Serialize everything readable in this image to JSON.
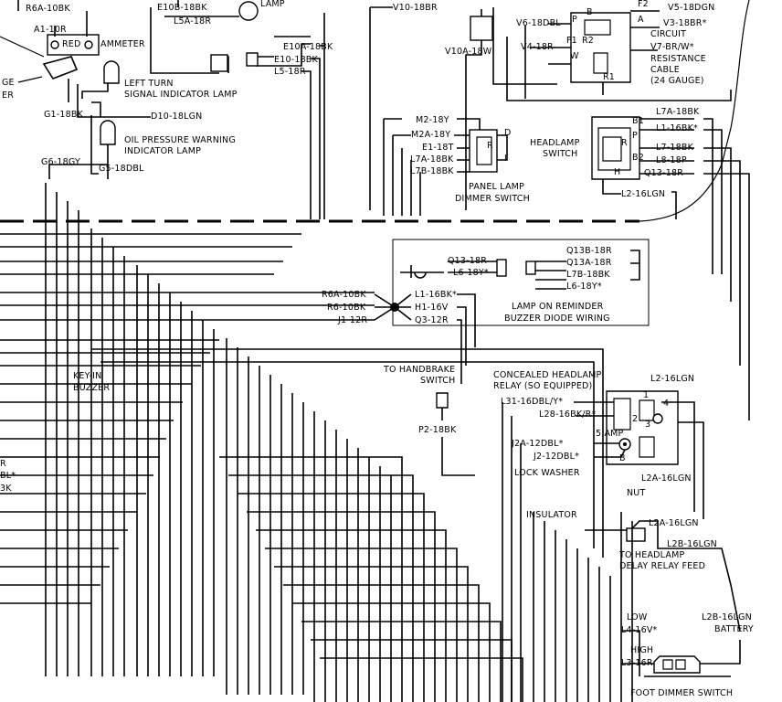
{
  "labels": {
    "r6a_10bk": "R6A-10BK",
    "a1_10r": "A1-10R",
    "red": "RED",
    "ammeter": "AMMETER",
    "gauge_frag": "GE",
    "er_frag": "ER",
    "e10b_18bk": "E10B-18BK",
    "lamp_top": "LAMP",
    "l5a_18r": "L5A-18R",
    "e10a_18bk": "E10A-18BK",
    "e10_18bk": "E10-18BK",
    "l5_18r": "L5-18R",
    "left_turn_1": "LEFT TURN",
    "left_turn_2": "SIGNAL INDICATOR LAMP",
    "g1_18bk": "G1-18BK",
    "d10_18lgn": "D10-18LGN",
    "oil_1": "OIL PRESSURE WARNING",
    "oil_2": "INDICATOR LAMP",
    "g6_18gy": "G6-18GY",
    "g5_18dbl": "G5-18DBL",
    "v10_18br": "V10-18BR",
    "v10a_18w": "V10A-18W",
    "v6_18dbl": "V6-18DBL",
    "v4_18r": "V4-18R",
    "v5_18dgn": "V5-18DGN",
    "v3_18br": "V3-18BR*",
    "circuit": "CIRCUIT",
    "v7": "V7-BR/W*",
    "resistance": "RESISTANCE",
    "cable": "CABLE",
    "gauge24": "(24 GAUGE)",
    "sw_b": "B",
    "sw_f2": "F2",
    "sw_p": "P",
    "sw_a": "A",
    "sw_f1": "F1",
    "sw_r2": "R2",
    "sw_w": "W",
    "sw_r1": "R1",
    "m2_18y": "M2-18Y",
    "m2a_18y": "M2A-18Y",
    "e1_18t": "E1-18T",
    "l7a_18bk_p": "L7A-18BK",
    "l7b_18bk_p": "L7B-18BK",
    "pd_d": "D",
    "pd_r": "R",
    "pd_i": "I",
    "panel_1": "PANEL LAMP",
    "panel_2": "DIMMER SWITCH",
    "l7a_18bk_h": "L7A-18BK",
    "l1_16bk_h": "L1-16BK*",
    "l7_18bk": "L7-18BK",
    "l8_18p": "L8-18P",
    "q13_18r_h": "Q13-18R",
    "l2_16lgn_h": "L2-16LGN",
    "headlamp_1": "HEADLAMP",
    "headlamp_2": "SWITCH",
    "hs_b1": "B1",
    "hs_p": "P",
    "hs_r": "R",
    "hs_b2": "B2",
    "hs_h": "H",
    "q13_18r_b": "Q13-18R",
    "l6_18y": "L6-18Y*",
    "q13b_18r": "Q13B-18R",
    "q13a_18r": "Q13A-18R",
    "l7b_18bk_b": "L7B-18BK",
    "l6_18y_b": "L6-18Y*",
    "lamp_on_1": "LAMP ON REMINDER",
    "lamp_on_2": "BUZZER DIODE WIRING",
    "r6a_10bk_s": "R6A-10BK",
    "r6_10bk": "R6-10BK",
    "j1_12r": "J1-12R",
    "l1_16bk_s": "L1-16BK*",
    "h1_16v": "H1-16V",
    "q3_12r": "Q3-12R",
    "key_in_1": "KEY-IN",
    "key_in_2": "BUZZER",
    "handbrake_1": "TO HANDBRAKE",
    "handbrake_2": "SWITCH",
    "p2_18bk": "P2-18BK",
    "concealed_1": "CONCEALED HEADLAMP",
    "concealed_2": "RELAY (SO EQUIPPED)",
    "l2_16lgn_r": "L2-16LGN",
    "l31": "L31-16DBL/Y*",
    "l28": "L28-16BK/R*",
    "r_1": "1",
    "r_2": "2",
    "r_3": "3",
    "r_4": "4",
    "amp5": "5 AMP",
    "r_b": "B",
    "j2a": "J2A-12DBL*",
    "j2": "J2-12DBL*",
    "lock_washer": "LOCK WASHER",
    "nut": "NUT",
    "l2a_16lgn": "L2A-16LGN",
    "insulator": "INSULATOR",
    "l2a_16lgn_2": "L2A-16LGN",
    "l2b_16lgn": "L2B-16LGN",
    "to_headlamp_1": "TO HEADLAMP",
    "to_headlamp_2": "DELAY RELAY FEED",
    "left_frag_1": "R",
    "left_frag_2": "BL*",
    "left_frag_3": "3K",
    "low": "LOW",
    "l4_16v": "L4-16V*",
    "high": "HIGH",
    "l3_16r": "L3-16R",
    "l2b_16lgn_2": "L2B-16LGN",
    "battery": "BATTERY",
    "foot_dimmer": "FOOT DIMMER SWITCH"
  }
}
